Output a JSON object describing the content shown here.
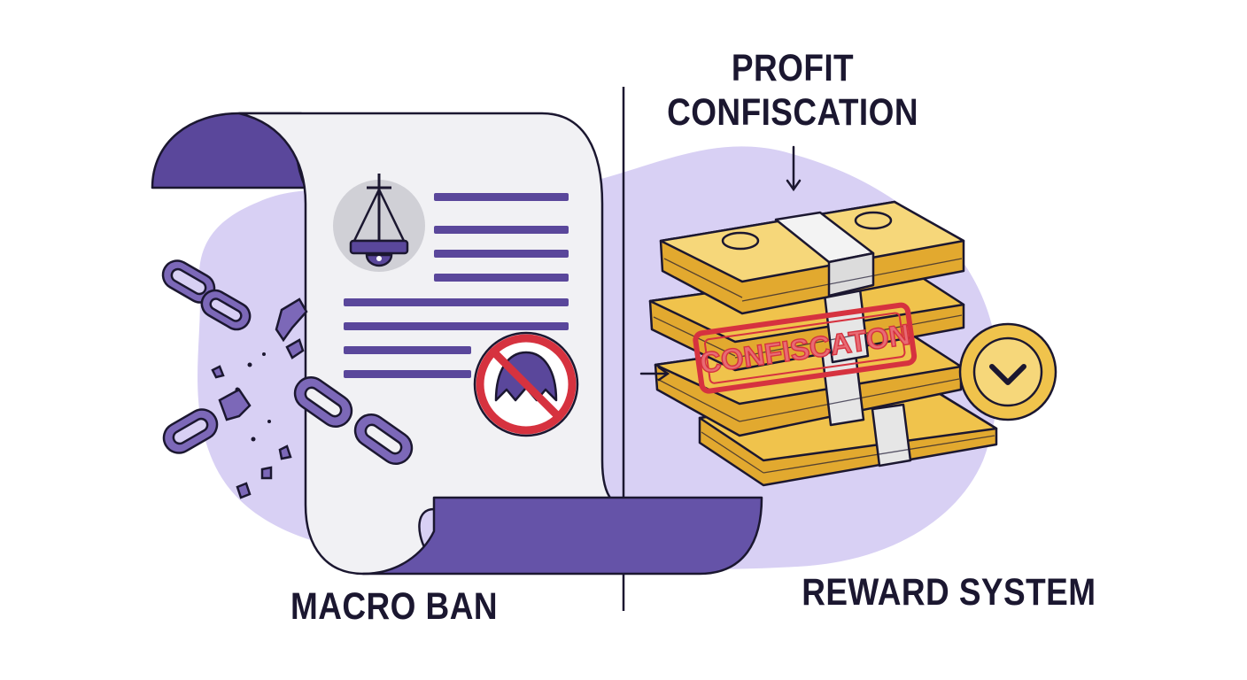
{
  "labels": {
    "profit_confiscation": [
      "PROFIT",
      "CONFISCATION"
    ],
    "macro_ban": "MACRO BAN",
    "reward_system": "REWARD SYSTEM",
    "stamp_text": "CONFISCATON"
  },
  "icons": {
    "scroll": "document-scroll-icon",
    "justice": "balance-scale-icon",
    "prohibited": "prohibition-icon",
    "chains": "broken-chain-icon",
    "money": "cash-stack-icon",
    "approval": "check-coin-icon"
  },
  "colors": {
    "ink": "#1b1730",
    "purple_dark": "#5a479b",
    "purple_mid": "#6f5bb0",
    "lavender_blob": "#d8d0f4",
    "paper": "#f1f1f4",
    "gold": "#f0c34c",
    "gold_dark": "#e2a92f",
    "stamp_red": "#d6323f"
  }
}
